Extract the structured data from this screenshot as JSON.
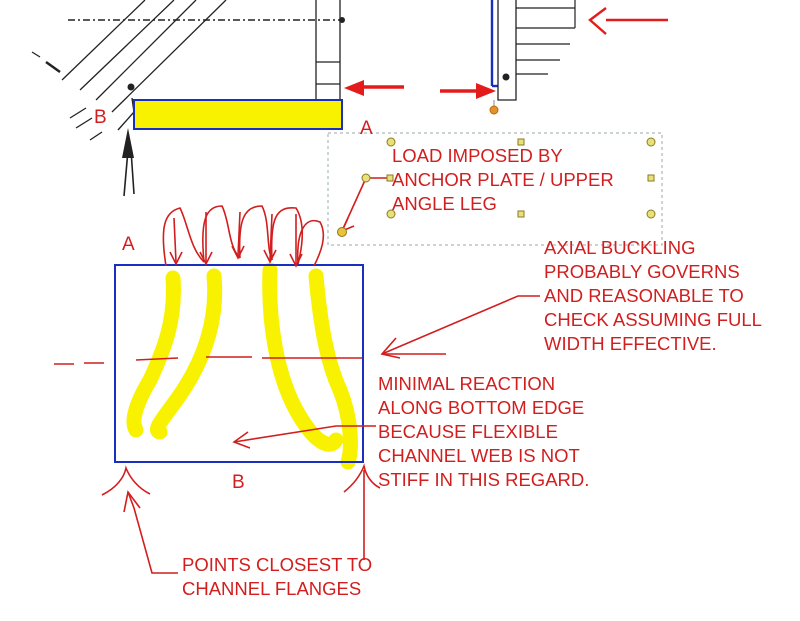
{
  "labels": {
    "top_b": "B",
    "top_a": "A",
    "plate_a": "A",
    "plate_b": "B"
  },
  "notes": {
    "load": [
      "LOAD IMPOSED BY",
      "ANCHOR PLATE / UPPER",
      "ANGLE LEG"
    ],
    "buckling": [
      "AXIAL BUCKLING",
      "PROBABLY GOVERNS",
      "AND REASONABLE TO",
      "CHECK ASSUMING FULL",
      "WIDTH EFFECTIVE."
    ],
    "reaction": [
      "MINIMAL REACTION",
      "ALONG BOTTOM EDGE",
      "BECAUSE FLEXIBLE",
      "CHANNEL WEB IS NOT",
      "STIFF IN THIS REGARD."
    ],
    "points": [
      "POINTS CLOSEST TO",
      "CHANNEL FLANGES"
    ]
  },
  "colors": {
    "annotation": "#d21e1e",
    "outline": "#1a2fbf",
    "highlight": "#f8f200",
    "drawing": "#222222",
    "handle": "#d9d13a",
    "anchor": "#e8902a"
  }
}
